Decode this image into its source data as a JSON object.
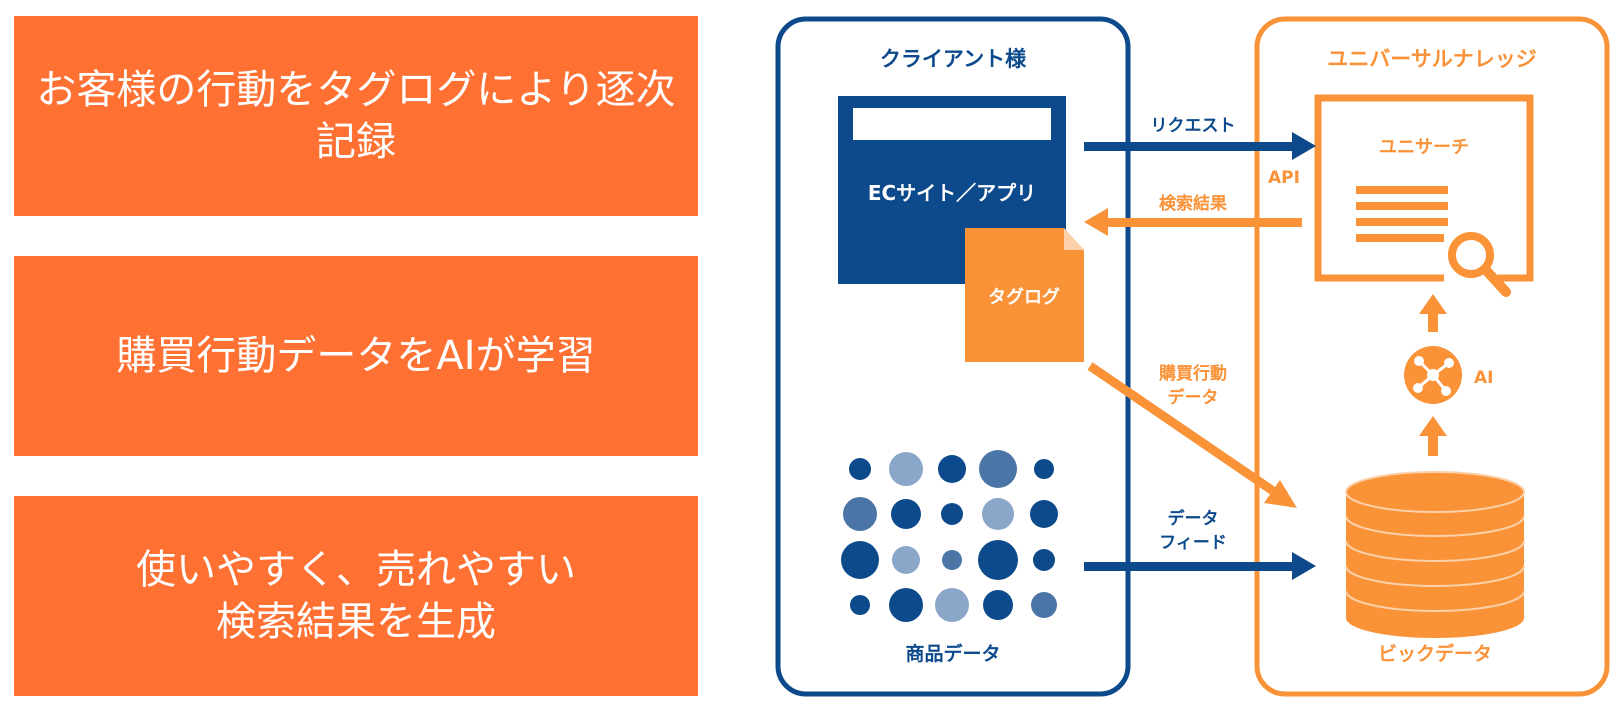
{
  "steps": [
    {
      "text": "お客様の行動をタグログにより逐次\n記録"
    },
    {
      "text": "購買行動データをAIが学習"
    },
    {
      "text": "使いやすく、売れやすい\n検索結果を生成"
    }
  ],
  "diagram": {
    "client": {
      "title": "クライアント様",
      "ec_site": "ECサイト／アプリ",
      "taglog": "タグログ",
      "product_data": "商品データ"
    },
    "provider": {
      "title": "ユニバーサルナレッジ",
      "search": "ユニサーチ",
      "ai": "AI",
      "big_data": "ビックデータ"
    },
    "arrows": {
      "request": "リクエスト",
      "api": "API",
      "results": "検索結果",
      "purchase_data_1": "購買行動",
      "purchase_data_2": "データ",
      "feed_1": "データ",
      "feed_2": "フィード"
    }
  },
  "colors": {
    "orange_box": "#ff7033",
    "navy": "#0d4a8c",
    "orange": "#fa9238"
  }
}
